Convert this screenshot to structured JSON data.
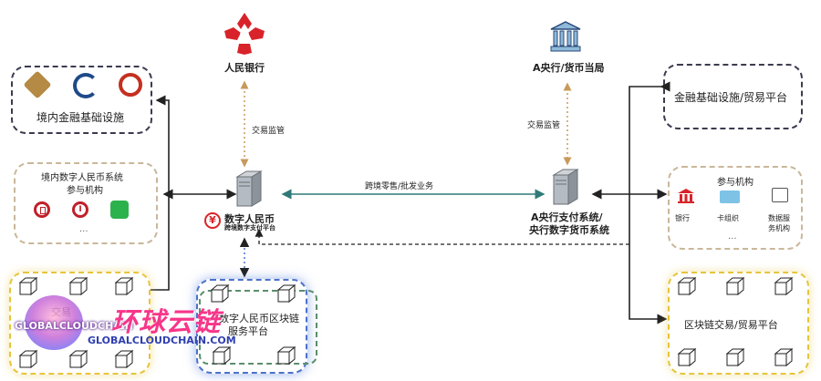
{
  "central": {
    "pboc_label": "人民银行",
    "pboc_supervision": "交易监管",
    "dcep_name": "数字人民币",
    "dcep_sub": "跨境数字支付平台",
    "blockchain_label_1": "数字人民币区块链",
    "blockchain_label_2": "服务平台"
  },
  "left": {
    "infra_title": "境内金融基础设施",
    "dcep_system_title_1": "境内数字人民币系统",
    "dcep_system_title_2": "参与机构",
    "ellipsis": "...",
    "trade_label": "交易"
  },
  "foreign": {
    "bank_label": "A央行/货币当局",
    "supervision": "交易监管",
    "payment_1": "A央行支付系统/",
    "payment_2": "央行数字货币系统"
  },
  "right": {
    "infra_title": "金融基础设施/贸易平台",
    "participants_title": "参与机构",
    "bank": "银行",
    "card": "卡组织",
    "service_1": "数据服",
    "service_2": "务机构",
    "ellipsis": "...",
    "blockchain_trade": "区块链交易/贸易平台"
  },
  "flows": {
    "cross_border": "跨境零售/批发业务"
  },
  "watermark": {
    "en_small": "GLOBALCLOUDCHAIN",
    "cn": "环球云链",
    "url": "GLOBALCLOUDCHAIN.COM"
  },
  "colors": {
    "red": "#d8232a",
    "dark_arrow": "#222222",
    "teal_arrow": "#2f7a78",
    "dashed_dark": "#3b3b50",
    "watermark_pink": "#f7368a"
  }
}
